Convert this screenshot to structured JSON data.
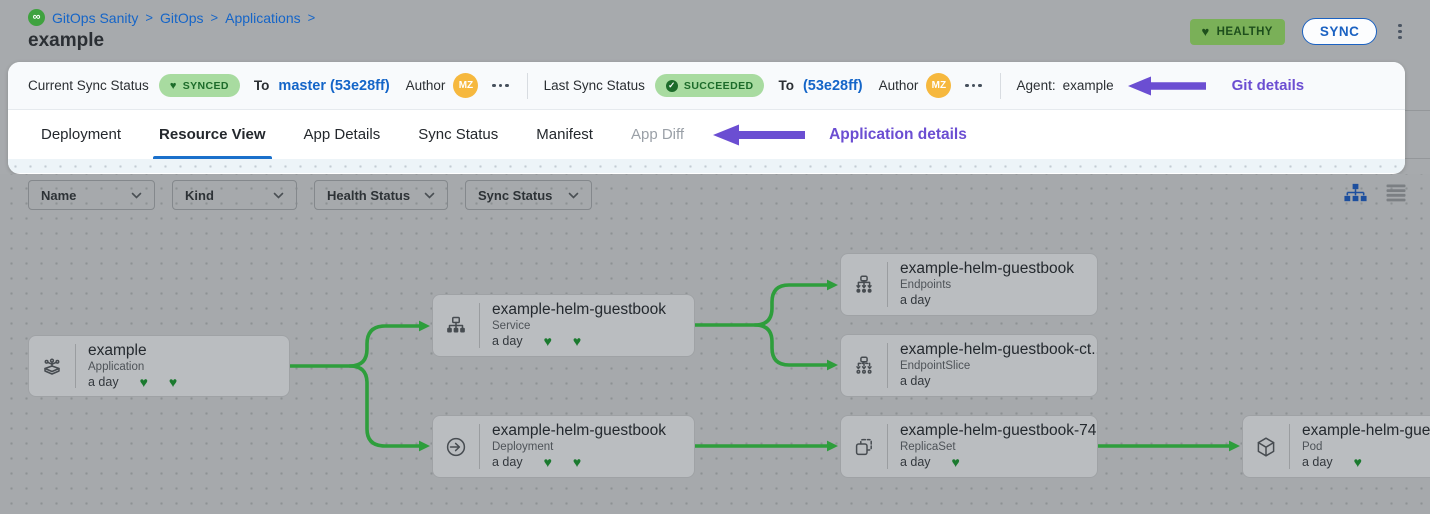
{
  "header": {
    "breadcrumb": {
      "items": [
        "GitOps Sanity",
        "GitOps",
        "Applications"
      ],
      "separator": ">"
    },
    "title": "example",
    "health_badge": "HEALTHY",
    "sync_button": "SYNC"
  },
  "status_bar": {
    "current": {
      "label": "Current Sync Status",
      "badge": "SYNCED",
      "to": "To",
      "revision": "master (53e28ff)",
      "author": "Author",
      "initials": "MZ"
    },
    "last": {
      "label": "Last Sync Status",
      "badge": "SUCCEEDED",
      "to": "To",
      "revision": "(53e28ff)",
      "author": "Author",
      "initials": "MZ"
    },
    "agent_label": "Agent:",
    "agent_value": "example",
    "annotation": "Git details"
  },
  "tabs": {
    "items": [
      "Deployment",
      "Resource View",
      "App Details",
      "Sync Status",
      "Manifest",
      "App Diff"
    ],
    "active": "Resource View",
    "annotation": "Application details"
  },
  "filters": [
    "Name",
    "Kind",
    "Health Status",
    "Sync Status"
  ],
  "graph": {
    "nodes": [
      {
        "title": "example",
        "kind": "Application",
        "age": "a day",
        "hearts": 2
      },
      {
        "title": "example-helm-guestbook",
        "kind": "Service",
        "age": "a day",
        "hearts": 2
      },
      {
        "title": "example-helm-guestbook",
        "kind": "Deployment",
        "age": "a day",
        "hearts": 2
      },
      {
        "title": "example-helm-guestbook",
        "kind": "Endpoints",
        "age": "a day",
        "hearts": 0
      },
      {
        "title": "example-helm-guestbook-ct...",
        "kind": "EndpointSlice",
        "age": "a day",
        "hearts": 0
      },
      {
        "title": "example-helm-guestbook-74...",
        "kind": "ReplicaSet",
        "age": "a day",
        "hearts": 1
      },
      {
        "title": "example-helm-guest",
        "kind": "Pod",
        "age": "a day",
        "hearts": 1
      }
    ],
    "edges": [
      [
        0,
        1
      ],
      [
        0,
        2
      ],
      [
        1,
        3
      ],
      [
        1,
        4
      ],
      [
        2,
        5
      ],
      [
        5,
        6
      ]
    ]
  },
  "icons": {
    "heart": "♥",
    "check": "✓",
    "logo": "∞"
  },
  "colors": {
    "accent_blue": "#1565c8",
    "annotation_purple": "#6b4ed2",
    "edge_green": "#2e9e3c",
    "badge_bg": "#a8dba0",
    "badge_text": "#1c6b2a",
    "healthy_bg": "#7ab058",
    "avatar_orange": "#f6b83e"
  }
}
